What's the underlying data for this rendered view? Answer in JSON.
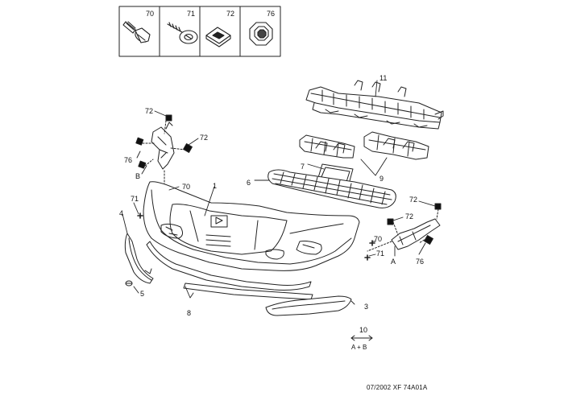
{
  "kit_boxes": [
    {
      "number": "70",
      "icon": "bolt-with-washer-icon"
    },
    {
      "number": "71",
      "icon": "screw-with-washer-icon"
    },
    {
      "number": "72",
      "icon": "square-clip-icon"
    },
    {
      "number": "76",
      "icon": "octagonal-nut-icon"
    }
  ],
  "callouts": {
    "c11": "11",
    "c72_top": "72",
    "c72_mid": "72",
    "c76_left": "76",
    "c_b": "B",
    "c7": "7",
    "c9": "9",
    "c6": "6",
    "c70_left": "70",
    "c1": "1",
    "c71_left": "71",
    "c4": "4",
    "c72_right_top": "72",
    "c72_right_mid": "72",
    "c70_right": "70",
    "c71_right": "71",
    "c_a": "A",
    "c76_right": "76",
    "c5": "5",
    "c8": "8",
    "c3": "3"
  },
  "legend": {
    "number": "10",
    "caption": "A + B"
  },
  "footer": "07/2002  XF 74A01A"
}
